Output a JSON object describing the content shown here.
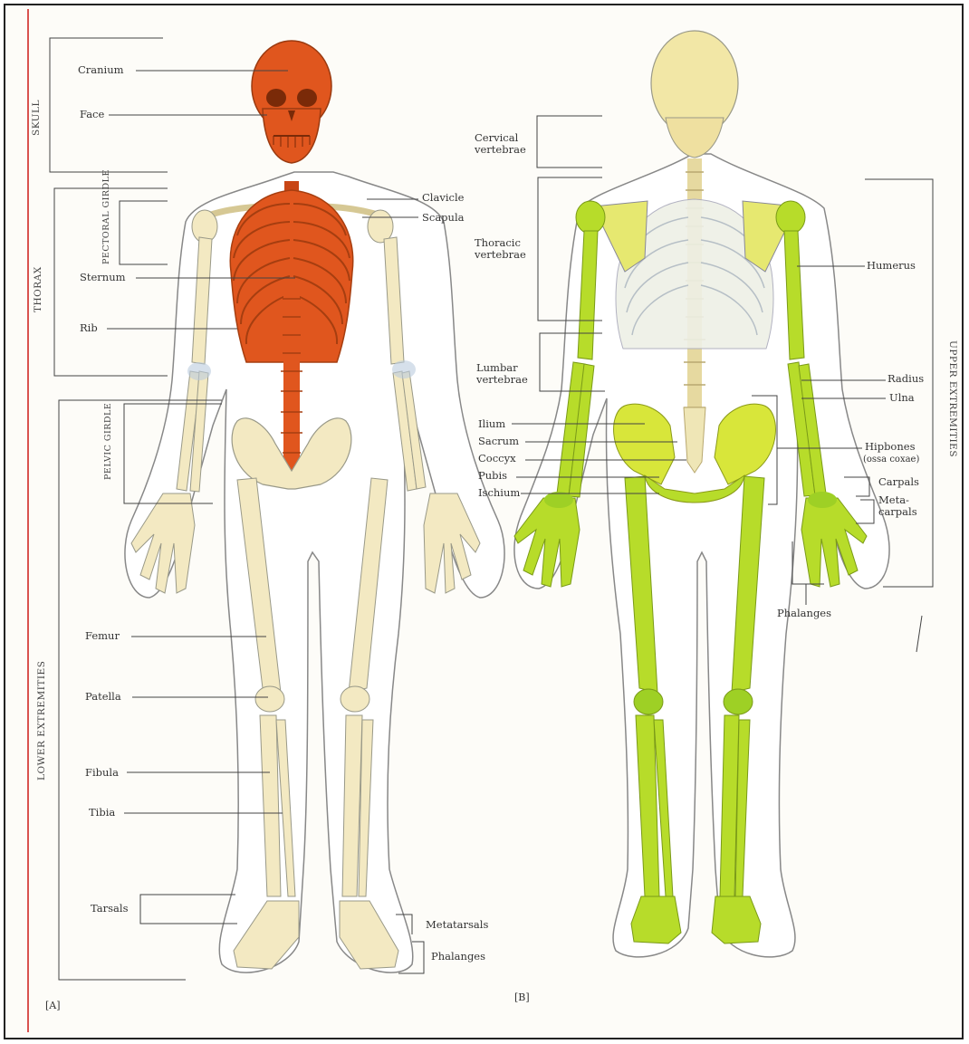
{
  "figure_labels": {
    "a": "[A]",
    "b": "[B]"
  },
  "groups": {
    "skull": "SKULL",
    "thorax": "THORAX",
    "pectoral_girdle": "PECTORAL GIRDLE",
    "pelvic_girdle": "PELVIC GIRDLE",
    "lower_extremities": "LOWER EXTREMITIES",
    "upper_extremities": "UPPER EXTREMITIES"
  },
  "front_labels": {
    "cranium": "Cranium",
    "face": "Face",
    "clavicle": "Clavicle",
    "scapula": "Scapula",
    "sternum": "Sternum",
    "rib": "Rib",
    "femur": "Femur",
    "patella": "Patella",
    "fibula": "Fibula",
    "tibia": "Tibia",
    "tarsals": "Tarsals",
    "metatarsals": "Metatarsals",
    "phalanges": "Phalanges"
  },
  "back_labels": {
    "cervical": "Cervical vertebrae",
    "thoracic": "Thoracic vertebrae",
    "lumbar": "Lumbar vertebrae",
    "ilium": "Ilium",
    "sacrum": "Sacrum",
    "coccyx": "Coccyx",
    "pubis": "Pubis",
    "ischium": "Ischium",
    "humerus": "Humerus",
    "radius": "Radius",
    "ulna": "Ulna",
    "hipbones": "Hipbones",
    "ossa_coxae": "(ossa coxae)",
    "carpals": "Carpals",
    "metacarpals": "Meta-carpals",
    "phalanges": "Phalanges"
  },
  "colors": {
    "axial_front": "#e0561e",
    "appendicular_back": "#b7dc2a",
    "bone": "#f3e9c2",
    "outline": "#777777"
  }
}
